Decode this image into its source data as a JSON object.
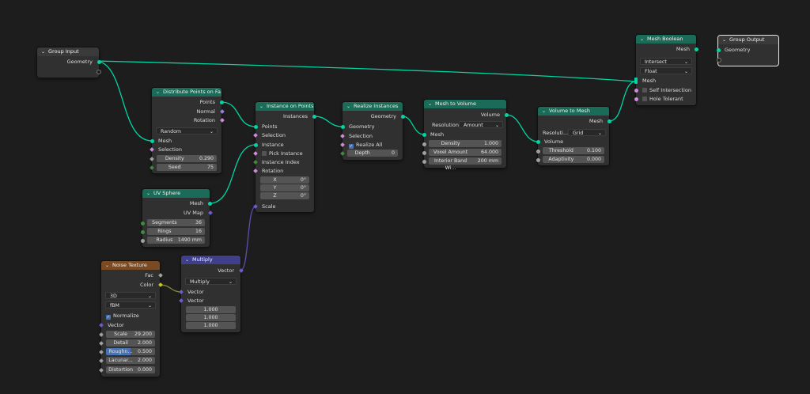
{
  "colors": {
    "background": "#1d1d1d",
    "geometry_socket": "#00d6a3",
    "float_socket": "#a1a1a1",
    "vector_socket": "#6b5cd1",
    "color_socket": "#c7c729",
    "selection_socket": "#cc8cd9"
  },
  "group_input": {
    "title": "Group Input",
    "geometry": "Geometry"
  },
  "group_output": {
    "title": "Group Output",
    "geometry": "Geometry"
  },
  "distribute": {
    "title": "Distribute Points on Fa...",
    "points": "Points",
    "normal": "Normal",
    "rotation": "Rotation",
    "mode": "Random",
    "mesh": "Mesh",
    "selection": "Selection",
    "density_label": "Density",
    "density_value": "0.290",
    "seed_label": "Seed",
    "seed_value": "75"
  },
  "uv_sphere": {
    "title": "UV Sphere",
    "mesh": "Mesh",
    "uv_map": "UV Map",
    "segments_label": "Segments",
    "segments_value": "36",
    "rings_label": "Rings",
    "rings_value": "16",
    "radius_label": "Radius",
    "radius_value": "1490 mm"
  },
  "instance": {
    "title": "Instance on Points",
    "instances": "Instances",
    "points": "Points",
    "selection": "Selection",
    "instance": "Instance",
    "pick": "Pick Instance",
    "instance_index": "Instance Index",
    "rotation": "Rotation",
    "x_label": "X",
    "x_value": "0°",
    "y_label": "Y",
    "y_value": "0°",
    "z_label": "Z",
    "z_value": "0°",
    "scale": "Scale"
  },
  "realize": {
    "title": "Realize Instances",
    "geometry_out": "Geometry",
    "geometry_in": "Geometry",
    "selection": "Selection",
    "realize_all": "Realize All",
    "depth_label": "Depth",
    "depth_value": "0"
  },
  "mesh_to_volume": {
    "title": "Mesh to Volume",
    "volume": "Volume",
    "resolution_label": "Resolution",
    "resolution_value": "Amount",
    "mesh": "Mesh",
    "density_label": "Density",
    "density_value": "1.000",
    "voxel_label": "Voxel Amount",
    "voxel_value": "64.000",
    "band_label": "Interior Band Wi...",
    "band_value": "200 mm"
  },
  "volume_to_mesh": {
    "title": "Volume to Mesh",
    "mesh": "Mesh",
    "resolution_label": "Resoluti...",
    "resolution_value": "Grid",
    "volume": "Volume",
    "threshold_label": "Threshold",
    "threshold_value": "0.100",
    "adaptivity_label": "Adaptivity",
    "adaptivity_value": "0.000"
  },
  "mesh_boolean": {
    "title": "Mesh Boolean",
    "mesh_out": "Mesh",
    "operation": "Intersect",
    "solver": "Float",
    "mesh_in": "Mesh",
    "self_intersection": "Self Intersection",
    "hole_tolerant": "Hole Tolerant"
  },
  "noise": {
    "title": "Noise Texture",
    "fac": "Fac",
    "color": "Color",
    "dimensions": "3D",
    "type": "fBM",
    "normalize": "Normalize",
    "vector": "Vector",
    "scale_label": "Scale",
    "scale_value": "29.200",
    "detail_label": "Detail",
    "detail_value": "2.000",
    "rough_label": "Roughn...",
    "rough_value": "0.500",
    "lac_label": "Lacunar...",
    "lac_value": "2.000",
    "distortion_label": "Distortion",
    "distortion_value": "0.000"
  },
  "multiply": {
    "title": "Multiply",
    "vector_out": "Vector",
    "operation": "Multiply",
    "vector_a": "Vector",
    "vector_b": "Vector",
    "v1": "1.000",
    "v2": "1.000",
    "v3": "1.000"
  }
}
